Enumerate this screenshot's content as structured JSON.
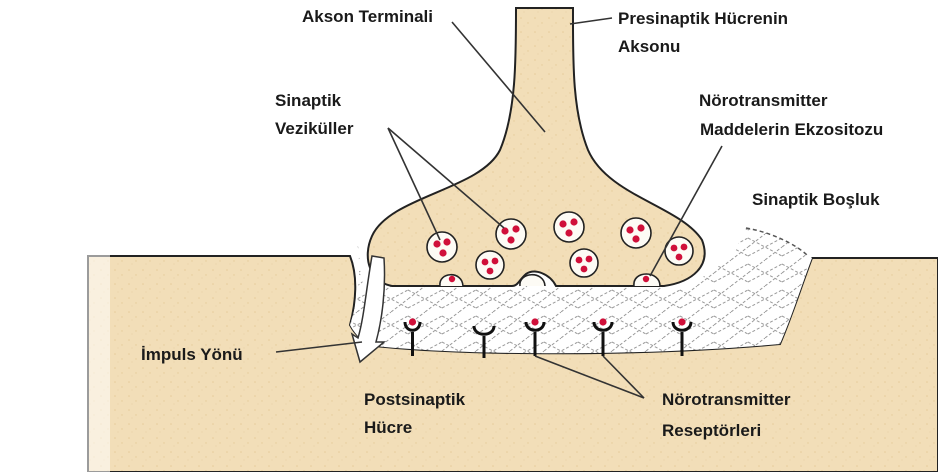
{
  "colors": {
    "cell": "#f2deb8",
    "cell_speckle": "#e6cc9a",
    "outline": "#222222",
    "vesicle_fill": "#fdfbf5",
    "dot": "#d0103a",
    "cleft_pattern": "#9a9a9a",
    "arrow_fill": "#ffffff"
  },
  "icons": [
    "synaptic-vesicle",
    "receptor",
    "impulse-arrow"
  ],
  "labels": {
    "axon_terminal": "Akson Terminali",
    "presynaptic_axon_line1": "Presinaptik Hücrenin",
    "presynaptic_axon_line2": "Aksonu",
    "synaptic_vesicles_line1": "Sinaptik",
    "synaptic_vesicles_line2": "Veziküller",
    "exocytosis_line1": "Nörotransmitter",
    "exocytosis_line2": "Maddelerin Ekzositozu",
    "synaptic_cleft": "Sinaptik Boşluk",
    "impulse_direction": "İmpuls Yönü",
    "postsynaptic_line1": "Postsinaptik",
    "postsynaptic_line2": "Hücre",
    "receptors_line1": "Nörotransmitter",
    "receptors_line2": "Reseptörleri"
  }
}
